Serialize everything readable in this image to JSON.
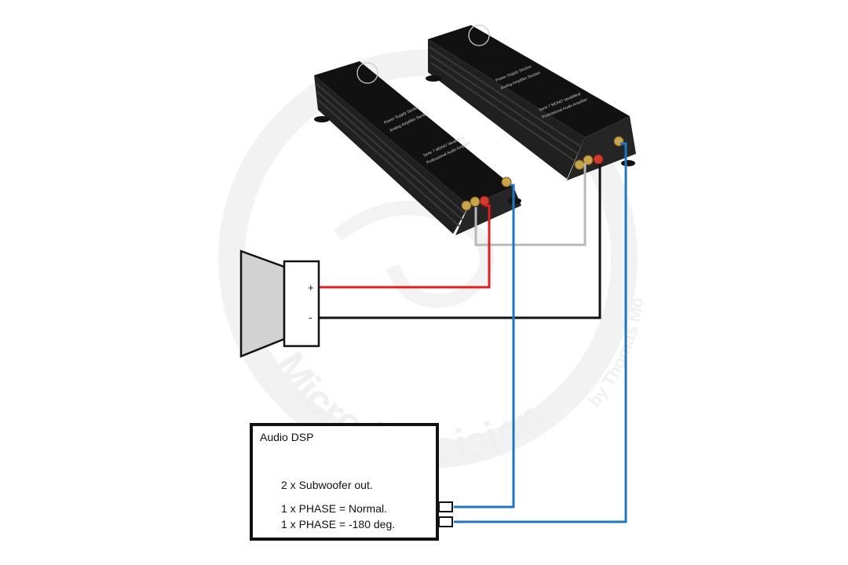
{
  "speaker": {
    "plus_label": "+",
    "minus_label": "-"
  },
  "dsp": {
    "title": "Audio DSP",
    "line1": "2 x Subwoofer out.",
    "line2": "1 x PHASE = Normal.",
    "line3": "1 x PHASE = -180 deg."
  },
  "amplifiers": [
    {
      "top_label": "Power Supply Section",
      "top_label_2": "Analog Amplifier Section",
      "model": "Serie 7 MONO VarabMod",
      "model_sub": "Professional Audio Amplifier"
    },
    {
      "top_label": "Power Supply Section",
      "top_label_2": "Analog Amplifier Section",
      "model": "Serie 7 MONO VarabMod",
      "model_sub": "Professional Audio Amplifier"
    }
  ],
  "watermark": {
    "text": "Micro-Precision",
    "by_text": "by Thomas Mo"
  },
  "colors": {
    "positive_wire": "#e0201c",
    "negative_wire": "#111111",
    "bridge_wire": "#b8b8b8",
    "signal_wire": "#1f77c4",
    "amp_body": "#1c1c1c",
    "speaker_cone": "#d2d2d2"
  }
}
